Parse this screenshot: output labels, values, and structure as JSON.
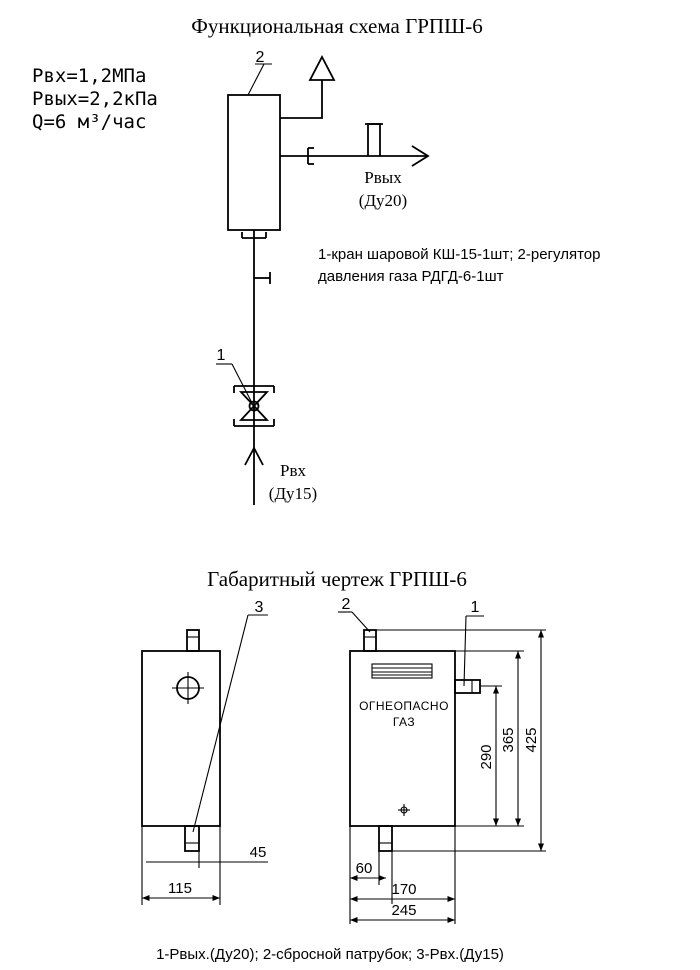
{
  "functional": {
    "title": "Функциональная схема ГРПШ-6",
    "params": [
      "Pвх=1,2МПа",
      "Pвых=2,2кПа",
      "Q=6  м³/час"
    ],
    "label_regulator": "2",
    "label_valve": "1",
    "outlet_label": "Pвых",
    "outlet_dn": "(Ду20)",
    "inlet_label": "Pвх",
    "inlet_dn": "(Ду15)",
    "legend_line1": "1-кран шаровой КШ-15-1шт; 2-регулятор",
    "legend_line2": "давления газа РДГД-6-1шт"
  },
  "dimensional": {
    "title": "Габаритный чертеж ГРПШ-6",
    "label_1": "1",
    "label_2": "2",
    "label_3": "3",
    "plate_line1": "ОГНЕОПАСНО",
    "plate_line2": "ГАЗ",
    "dim_45": "45",
    "dim_115": "115",
    "dim_60": "60",
    "dim_170": "170",
    "dim_245": "245",
    "dim_290": "290",
    "dim_365": "365",
    "dim_425": "425",
    "footer": "1-Pвых.(Ду20); 2-сбросной патрубок; 3-Pвх.(Ду15)"
  }
}
